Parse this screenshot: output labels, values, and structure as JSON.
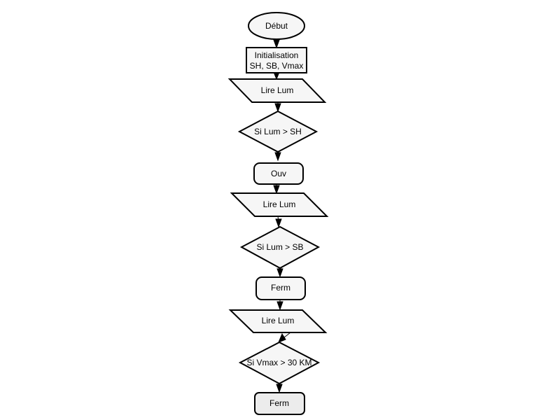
{
  "diagram": {
    "nodes": {
      "start": {
        "label": "Début"
      },
      "init": {
        "line1": "Initialisation",
        "line2": "SH, SB, Vmax"
      },
      "read1": {
        "label": "Lire Lum"
      },
      "cond1": {
        "label": "Si Lum > SH"
      },
      "open": {
        "label": "Ouv"
      },
      "read2": {
        "label": "Lire Lum"
      },
      "cond2": {
        "label": "Si Lum > SB"
      },
      "close1": {
        "label": "Ferm"
      },
      "read3": {
        "label": "Lire Lum"
      },
      "cond3": {
        "label": "Si Vmax > 30 KM"
      },
      "close2": {
        "label": "Ferm"
      }
    }
  }
}
